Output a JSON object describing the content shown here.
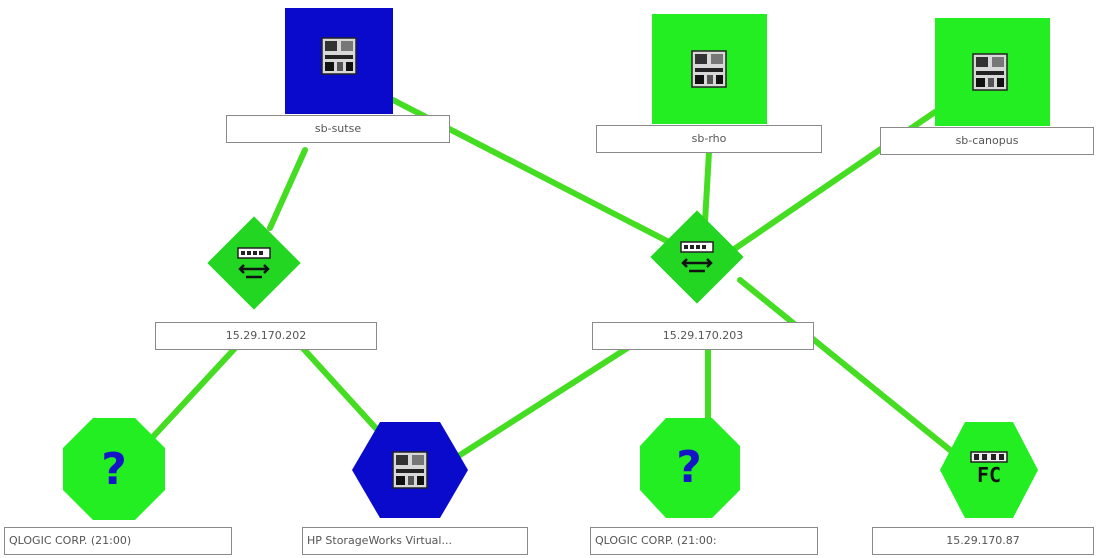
{
  "colors": {
    "link": "#44dd22",
    "node_green": "#22ee22",
    "node_blue": "#0a0acc",
    "switch_green": "#22d622",
    "unknown_mark": "#1515c8"
  },
  "hosts": [
    {
      "id": "host-1",
      "label": "sb-sutse",
      "icon": "server-icon",
      "status_color": "#0a0acc"
    },
    {
      "id": "host-2",
      "label": "sb-rho",
      "icon": "server-icon",
      "status_color": "#22ee22"
    },
    {
      "id": "host-3",
      "label": "sb-canopus",
      "icon": "server-icon",
      "status_color": "#22ee22"
    }
  ],
  "switches": [
    {
      "id": "switch-1",
      "label": "15.29.170.202",
      "icon": "switch-icon"
    },
    {
      "id": "switch-2",
      "label": "15.29.170.203",
      "icon": "switch-icon"
    }
  ],
  "devices": [
    {
      "id": "device-1",
      "label": "QLOGIC CORP. (21:00)",
      "icon": "unknown-device-icon",
      "symbol": "?"
    },
    {
      "id": "device-2",
      "label": "HP StorageWorks Virtual...",
      "icon": "storage-icon"
    },
    {
      "id": "device-3",
      "label": "QLOGIC CORP. (21:00:",
      "icon": "unknown-device-icon",
      "symbol": "?"
    },
    {
      "id": "device-4",
      "label": "15.29.170.87",
      "icon": "fc-device-icon",
      "symbol": "FC"
    }
  ]
}
